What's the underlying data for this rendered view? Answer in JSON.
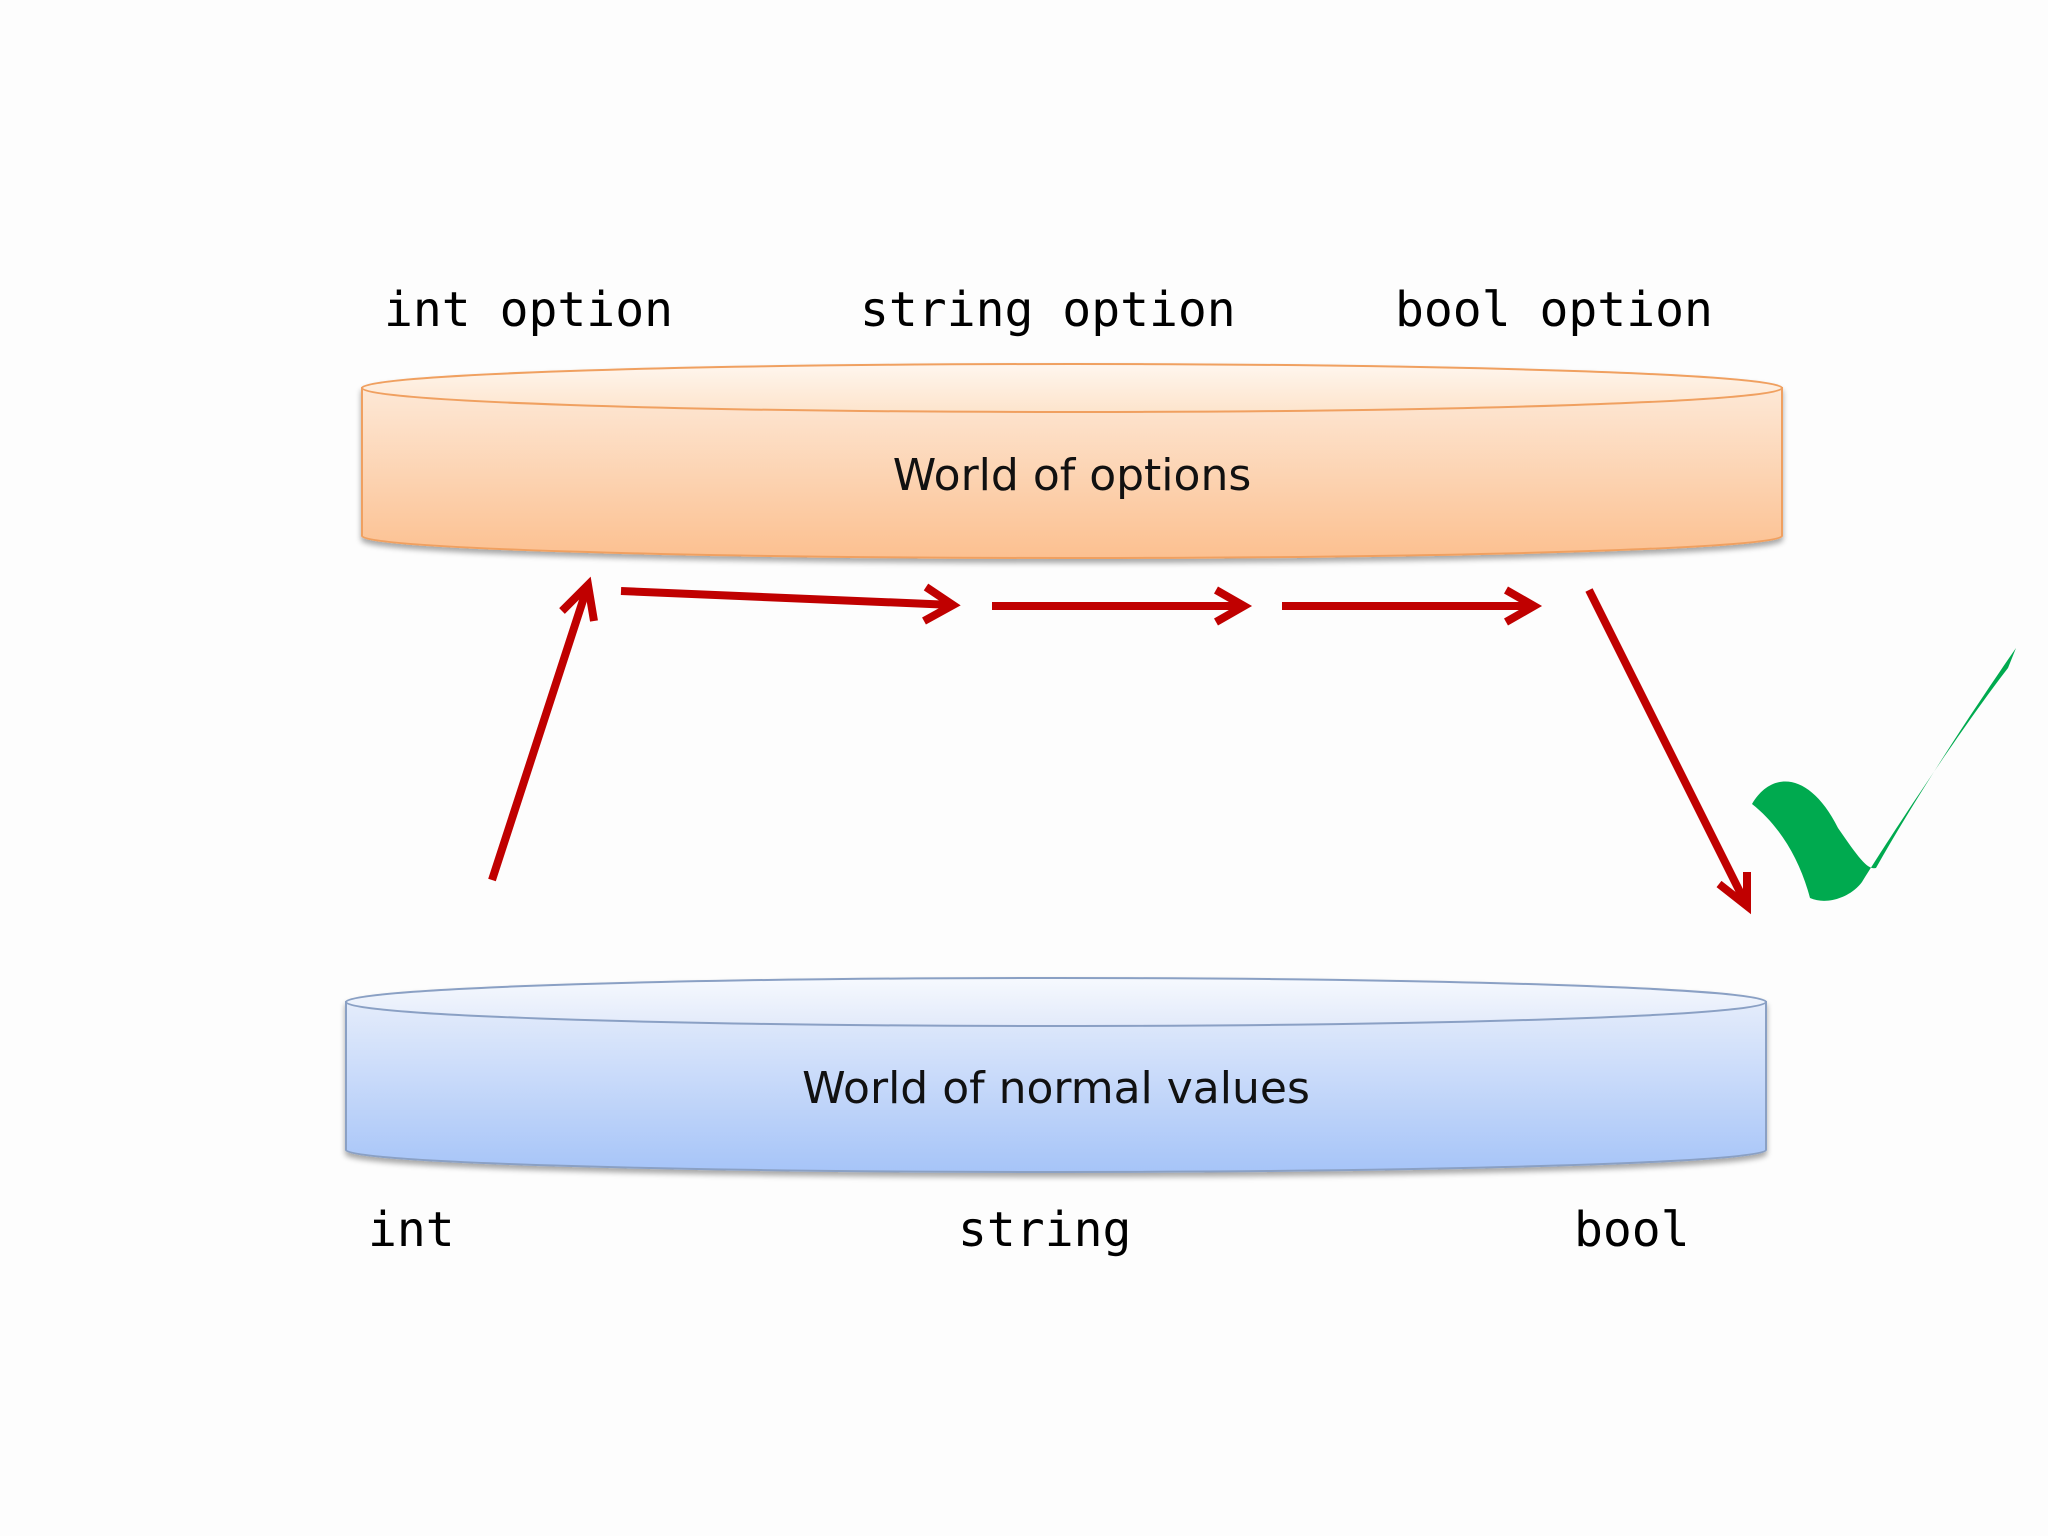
{
  "top_types": {
    "int_option": "int option",
    "string_option": "string option",
    "bool_option": "bool option"
  },
  "options_world": {
    "label": "World of options",
    "color_top": "#fde8d6",
    "color_bottom": "#fcc090",
    "stroke": "#f0a060"
  },
  "normal_world": {
    "label": "World of normal values",
    "color_top": "#e4ecfb",
    "color_bottom": "#a6c4f8",
    "stroke": "#8aa0c4"
  },
  "bottom_types": {
    "int": "int",
    "string": "string",
    "bool": "bool"
  },
  "colors": {
    "arrow": "#c00000",
    "checkmark": "#00aa4f"
  },
  "icons": {
    "checkmark": "checkmark-icon"
  }
}
